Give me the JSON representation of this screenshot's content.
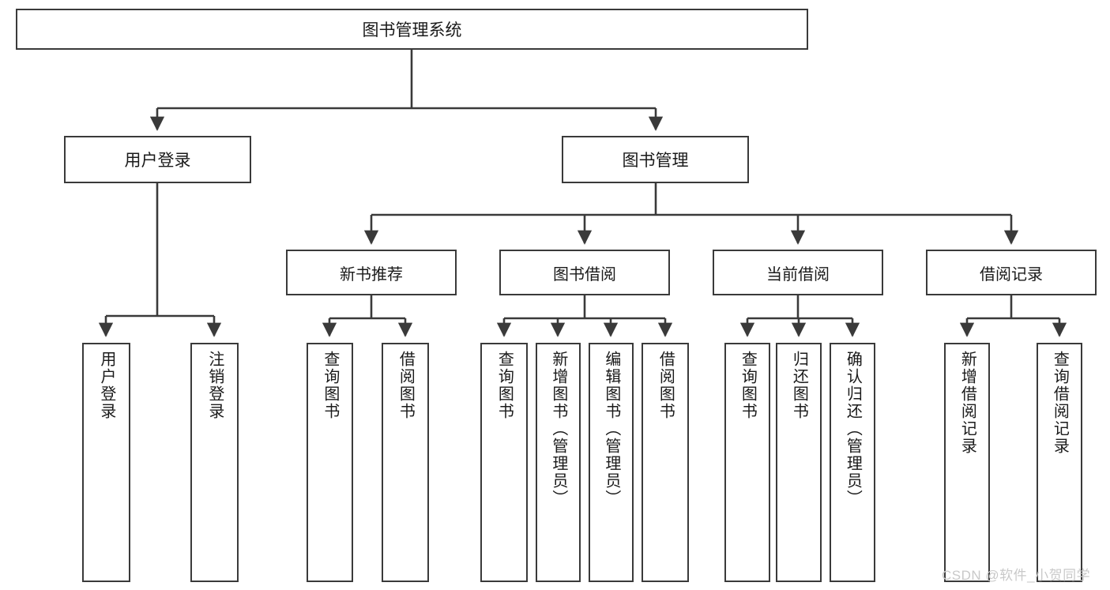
{
  "diagram": {
    "title": "图书管理系统",
    "type": "hierarchy-tree",
    "watermark": "CSDN @软件_小贺同学",
    "colors": {
      "stroke": "#3a3a3a",
      "fill": "#ffffff",
      "text": "#1a1a1a",
      "watermark": "#c9c9c9"
    },
    "root": {
      "label": "图书管理系统"
    },
    "level2": [
      {
        "label": "用户登录"
      },
      {
        "label": "图书管理"
      }
    ],
    "level3": [
      {
        "label": "新书推荐"
      },
      {
        "label": "图书借阅"
      },
      {
        "label": "当前借阅"
      },
      {
        "label": "借阅记录"
      }
    ],
    "leaves": {
      "user_login": [
        {
          "label": "用户登录"
        },
        {
          "label": "注销登录"
        }
      ],
      "new_book_recommend": [
        {
          "label": "查询图书"
        },
        {
          "label": "借阅图书"
        }
      ],
      "book_borrow": [
        {
          "label": "查询图书"
        },
        {
          "label": "新增图书（管理员）"
        },
        {
          "label": "编辑图书（管理员）"
        },
        {
          "label": "借阅图书"
        }
      ],
      "current_borrow": [
        {
          "label": "查询图书"
        },
        {
          "label": "归还图书"
        },
        {
          "label": "确认归还（管理员）"
        }
      ],
      "borrow_record": [
        {
          "label": "新增借阅记录"
        },
        {
          "label": "查询借阅记录"
        }
      ]
    }
  }
}
